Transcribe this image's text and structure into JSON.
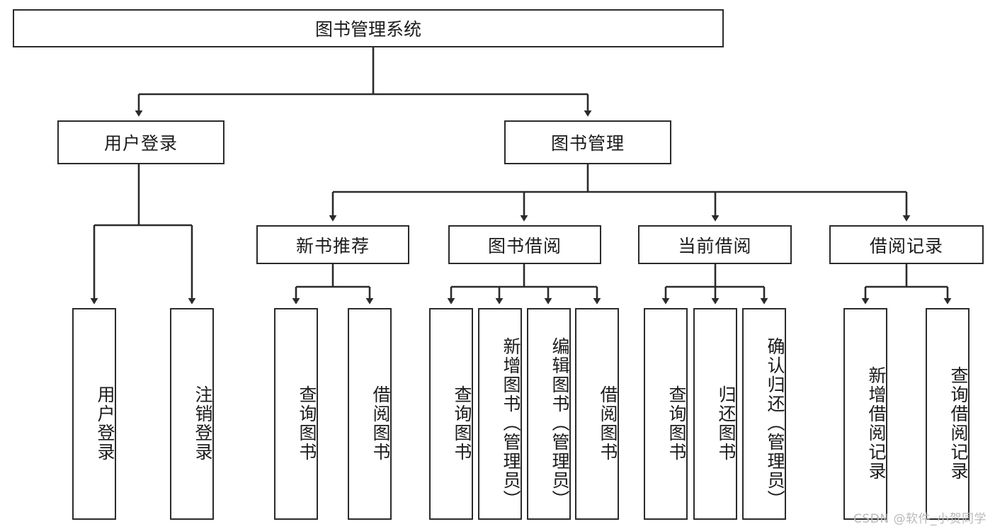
{
  "diagram": {
    "title": "图书管理系统",
    "type": "tree-structure-chart",
    "watermark": "CSDN @软件_小贺同学",
    "colors": {
      "stroke": "#2b2b2b",
      "fill": "#ffffff",
      "text": "#1b1b1b",
      "watermark": "#b9b9b9"
    },
    "root": {
      "label": "图书管理系统"
    },
    "level2": [
      {
        "label": "用户登录"
      },
      {
        "label": "图书管理"
      }
    ],
    "level3": [
      {
        "label": "新书推荐"
      },
      {
        "label": "图书借阅"
      },
      {
        "label": "当前借阅"
      },
      {
        "label": "借阅记录"
      }
    ],
    "leaves": [
      {
        "label": "用户登录",
        "parent": "用户登录"
      },
      {
        "label": "注销登录",
        "parent": "用户登录"
      },
      {
        "label": "查询图书",
        "parent": "新书推荐"
      },
      {
        "label": "借阅图书",
        "parent": "新书推荐"
      },
      {
        "label": "查询图书",
        "parent": "图书借阅"
      },
      {
        "label": "新增图书（管理员）",
        "parent": "图书借阅"
      },
      {
        "label": "编辑图书（管理员）",
        "parent": "图书借阅"
      },
      {
        "label": "借阅图书",
        "parent": "图书借阅"
      },
      {
        "label": "查询图书",
        "parent": "当前借阅"
      },
      {
        "label": "归还图书",
        "parent": "当前借阅"
      },
      {
        "label": "确认归还（管理员）",
        "parent": "当前借阅"
      },
      {
        "label": "新增借阅记录",
        "parent": "借阅记录"
      },
      {
        "label": "查询借阅记录",
        "parent": "借阅记录"
      }
    ]
  }
}
